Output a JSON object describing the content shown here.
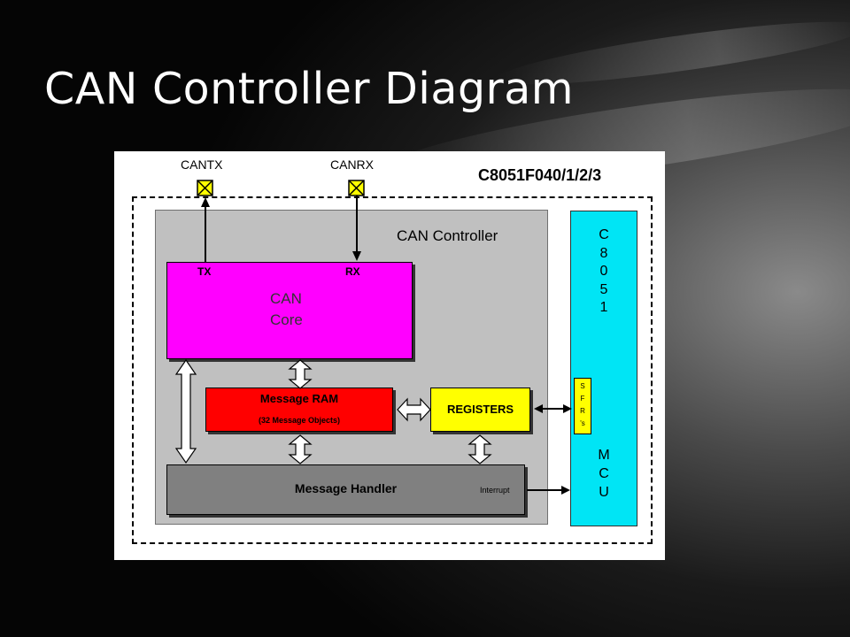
{
  "slide": {
    "title": "CAN Controller Diagram"
  },
  "diagram": {
    "pins": {
      "tx_pin": "CANTX",
      "rx_pin": "CANRX"
    },
    "chip_label": "C8051F040/1/2/3",
    "can_controller_label": "CAN Controller",
    "can_core": {
      "tx": "TX",
      "rx": "RX",
      "line1": "CAN",
      "line2": "Core"
    },
    "message_ram": {
      "title": "Message RAM",
      "subtitle": "(32 Message Objects)"
    },
    "registers": "REGISTERS",
    "message_handler": "Message Handler",
    "interrupt": "Interrupt",
    "mcu_top": [
      "C",
      "8",
      "0",
      "5",
      "1"
    ],
    "mcu_bottom": [
      "M",
      "C",
      "U"
    ],
    "sfrs": [
      "S",
      "F",
      "R",
      "'s"
    ]
  },
  "colors": {
    "can_core": "#ff00ff",
    "message_ram": "#ff0000",
    "registers": "#ffff00",
    "mcu": "#00e5f5",
    "controller_bg": "#c0c0c0",
    "handler": "#808080"
  }
}
